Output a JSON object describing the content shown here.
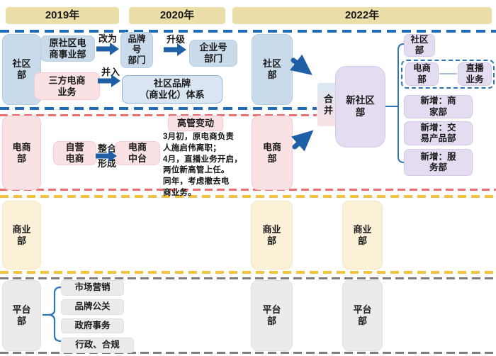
{
  "timeline": {
    "y2019": "2019年",
    "y2020": "2020年",
    "y2022": "2022年"
  },
  "community_lane": {
    "dept_2019": "社区\n部",
    "orig_dept": "原社区电\n商事业部",
    "rename_label": "改为",
    "brand_dept": "品牌\n号\n部门",
    "upgrade_label": "升级",
    "enterprise_dept": "企业号\n部门",
    "thirdparty_biz": "三方电商\n业务",
    "mergein_label": "并入",
    "community_brand": "社区品牌\n（商业化）体系",
    "dept_2020": "社区\n部"
  },
  "ecommerce_lane": {
    "dept_2019": "电商\n部",
    "self_ecom": "自营\n电商",
    "integrate_label": "整合\n形成",
    "mid_platform": "电商\n中台",
    "exec_change_title": "高管变动",
    "exec_change_body": "3月初，原电商负责\n人施启伟离职；\n4月，直播业务开启，\n两位新高管上任。\n同年，考虑撤去电\n商业务。",
    "dept_2020": "电商\n部"
  },
  "merge": {
    "merge_label": "合\n并",
    "new_dept": "新社区\n部"
  },
  "org_2022": {
    "community": "社区\n部",
    "ecommerce": "电商\n部",
    "live_biz": "直播\n业务",
    "new_merchant": "新增：商\n家部",
    "new_transaction": "新增：交\n易产品部",
    "new_service": "新增：服\n务部"
  },
  "commercial_lane": {
    "dept_2019": "商业\n部",
    "dept_2020": "商业\n部",
    "dept_2022": "商业\n部"
  },
  "platform_lane": {
    "dept_2019": "平台\n部",
    "items": [
      "市场营销",
      "品牌公关",
      "政府事务",
      "行政、合规"
    ],
    "dept_2020": "平台\n部",
    "dept_2022": "平台\n部"
  },
  "colors": {
    "header": "#ECDEA8",
    "community_blue": "#C9DBEB",
    "ecommerce_pink": "#F9E1E4",
    "org2022_purple": "#E4DCF0",
    "commercial_tan": "#FAF1D7",
    "platform_gray": "#EBEBEB",
    "arrow_blue": "#1F5FA6",
    "divider_blue": "#1E6BB8",
    "divider_red": "#EE6E6E",
    "divider_yellow": "#F4C33D",
    "divider_gray": "#7E7E7E"
  }
}
